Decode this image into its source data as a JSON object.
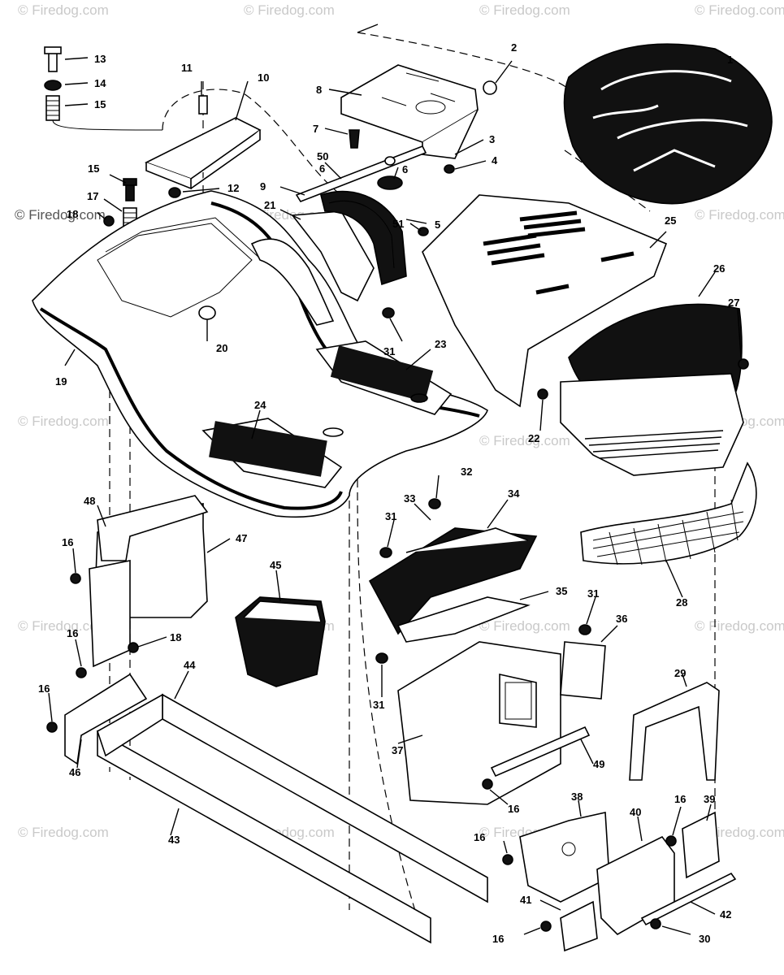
{
  "watermark": "© Firedog.com",
  "callouts": [
    "1",
    "2",
    "3",
    "4",
    "5",
    "6",
    "6",
    "7",
    "8",
    "9",
    "10",
    "11",
    "12",
    "13",
    "14",
    "15",
    "15",
    "16",
    "16",
    "16",
    "16",
    "16",
    "16",
    "16",
    "17",
    "18",
    "18",
    "19",
    "20",
    "21",
    "22",
    "23",
    "24",
    "25",
    "26",
    "27",
    "28",
    "29",
    "30",
    "31",
    "31",
    "31",
    "31",
    "32",
    "33",
    "34",
    "35",
    "36",
    "37",
    "38",
    "39",
    "40",
    "41",
    "42",
    "43",
    "44",
    "45",
    "46",
    "47",
    "48",
    "49",
    "50",
    "51"
  ]
}
